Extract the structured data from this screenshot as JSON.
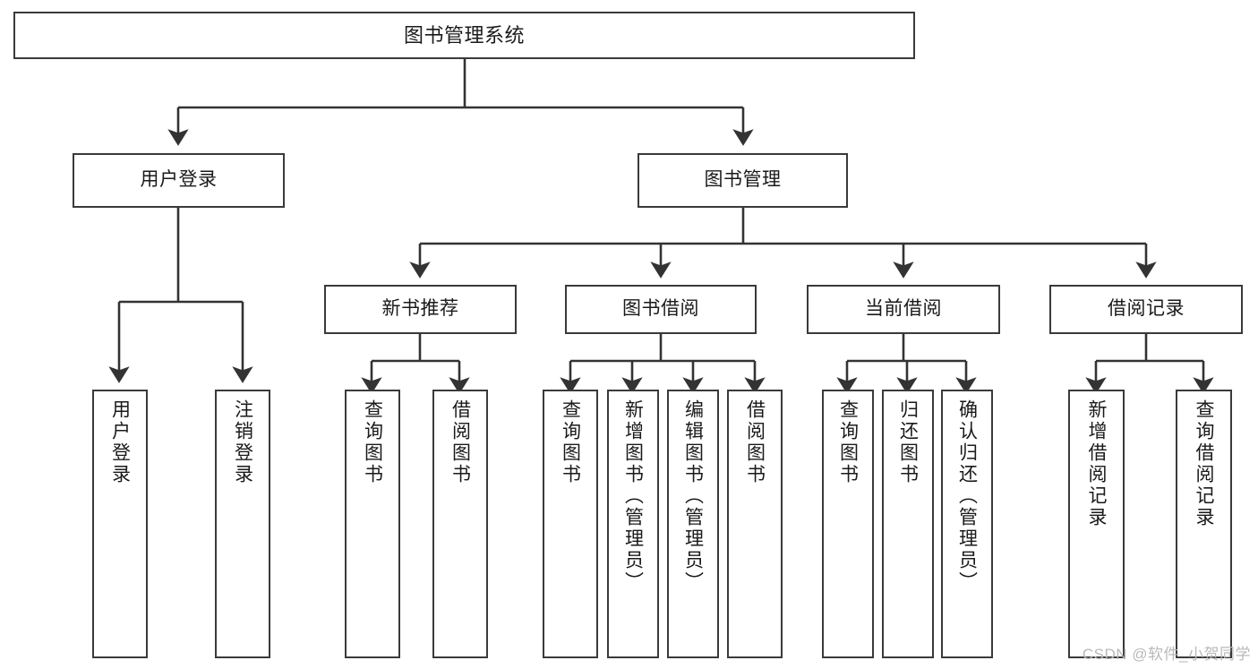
{
  "diagram": {
    "title": "图书管理系统",
    "type": "tree-hierarchy",
    "watermark": "CSDN @软件_小贺同学",
    "colors": {
      "box_border": "#3a3a3a",
      "box_fill": "#ffffff",
      "connector": "#333333",
      "text": "#1a1a1a",
      "watermark": "#b9b9b9"
    },
    "levels": {
      "root": {
        "label": "图书管理系统"
      },
      "level2": [
        {
          "label": "用户登录"
        },
        {
          "label": "图书管理"
        }
      ],
      "level3": [
        {
          "label": "新书推荐"
        },
        {
          "label": "图书借阅"
        },
        {
          "label": "当前借阅"
        },
        {
          "label": "借阅记录"
        }
      ],
      "leaves": {
        "user_login": [
          {
            "label": "用户登录"
          },
          {
            "label": "注销登录"
          }
        ],
        "new_book_recommend": [
          {
            "label": "查询图书"
          },
          {
            "label": "借阅图书"
          }
        ],
        "book_borrow": [
          {
            "label": "查询图书"
          },
          {
            "label": "新增图书（管理员）"
          },
          {
            "label": "编辑图书（管理员）"
          },
          {
            "label": "借阅图书"
          }
        ],
        "current_borrow": [
          {
            "label": "查询图书"
          },
          {
            "label": "归还图书"
          },
          {
            "label": "确认归还（管理员）"
          }
        ],
        "borrow_record": [
          {
            "label": "新增借阅记录"
          },
          {
            "label": "查询借阅记录"
          }
        ]
      }
    }
  }
}
